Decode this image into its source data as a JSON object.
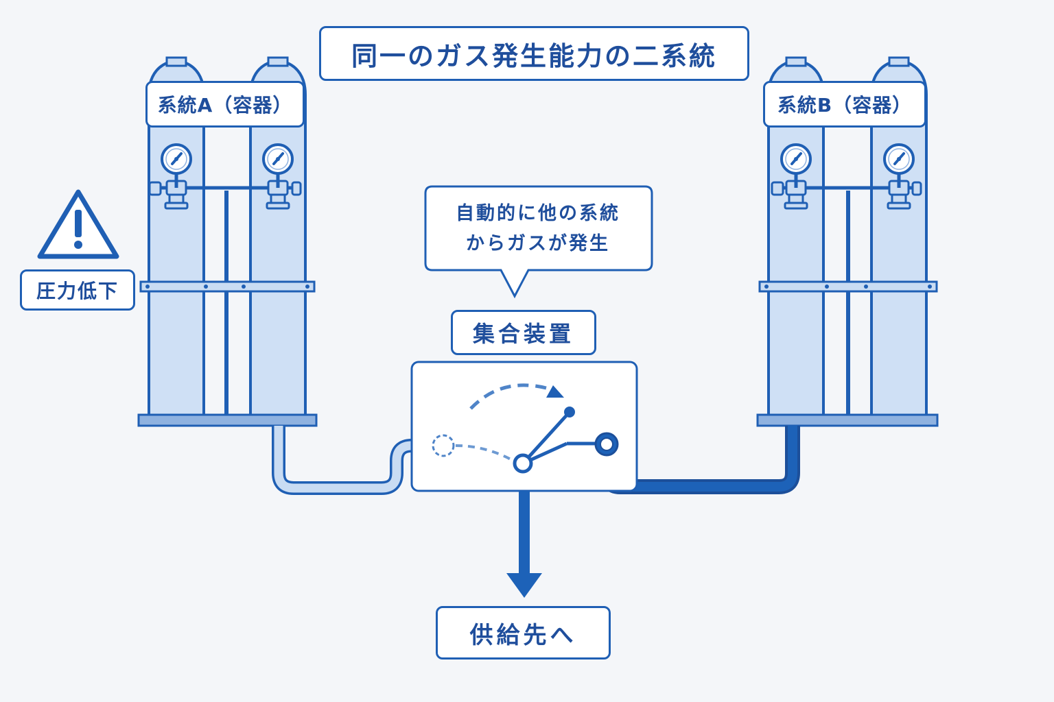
{
  "title": "同一のガス発生能力の二系統",
  "system_a": {
    "label": "系統A（容器）"
  },
  "system_b": {
    "label": "系統B（容器）"
  },
  "warning": {
    "label": "圧力低下",
    "icon": "warning-triangle-icon"
  },
  "callout": {
    "line1": "自動的に他の系統",
    "line2": "からガスが発生"
  },
  "manifold": {
    "label": "集合装置"
  },
  "supply": {
    "label": "供給先へ"
  },
  "colors": {
    "primary": "#1f5fb4",
    "dark_blue": "#1c4f9a",
    "light_blue": "#c9dcf3",
    "active_pipe": "#1d62b8",
    "inactive_pipe": "#bdd3ee",
    "background": "#f4f6f9"
  }
}
